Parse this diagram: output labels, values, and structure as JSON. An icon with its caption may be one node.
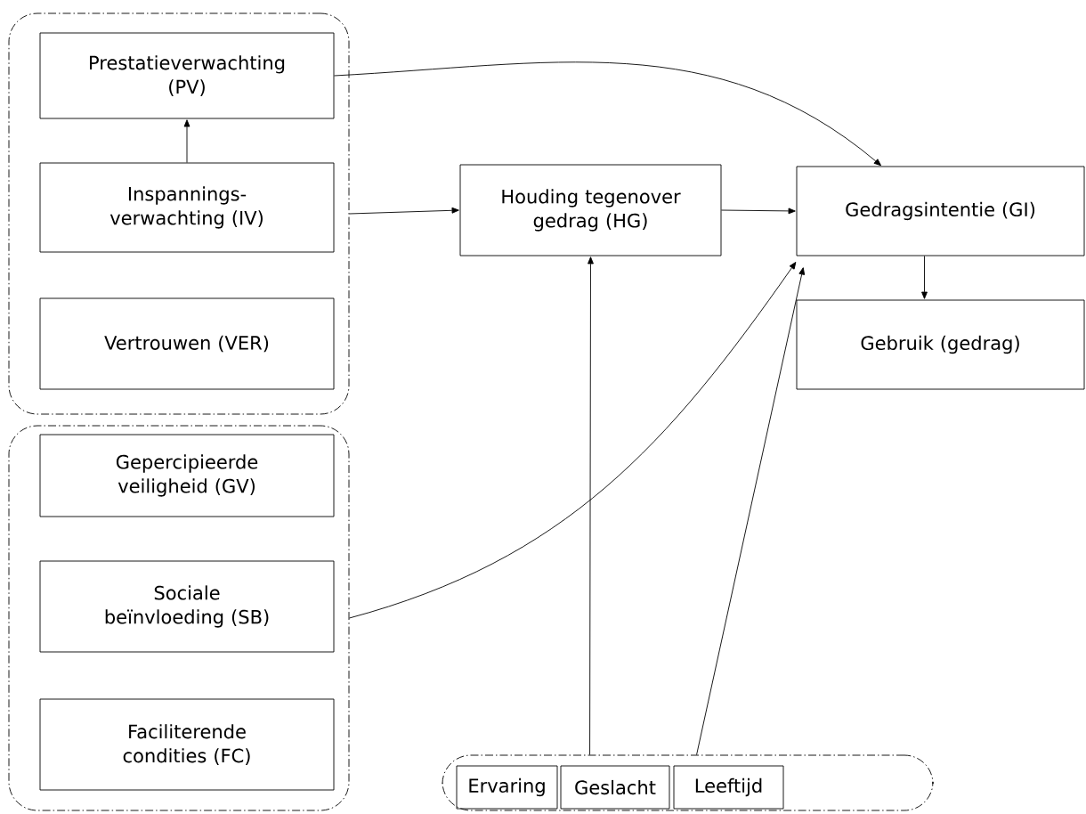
{
  "diagram": {
    "nodes": [
      {
        "text": [],
        "shape": "box"
      },
      {
        "text": [
          "Prestatieverwachting (PV)"
        ],
        "in": 0
      },
      {
        "text": [
          "Inspannings- verwachting (IV)"
        ],
        "in": 0
      },
      {
        "text": [
          "Vertrouwen (VER)"
        ],
        "in": 0
      },
      {
        "text": [],
        "shape": "box"
      },
      {
        "text": [
          "Gepercipieerde veiligheid (GV)"
        ],
        "in": 4
      },
      {
        "text": [
          "Sociale beïnvloeding (SB)"
        ],
        "in": 4
      },
      {
        "text": [
          "Faciliterende condities (FC)"
        ],
        "in": 4
      },
      {
        "text": [
          "Houding tegenover gedrag (HG)"
        ]
      },
      {
        "text": [
          "Gedragsintentie (GI)"
        ]
      },
      {
        "text": [
          "Gebruik (gedrag)"
        ]
      },
      {
        "text": [],
        "shape": "box"
      },
      {
        "text": [
          "Ervaring"
        ],
        "in": 11
      },
      {
        "text": [
          "Geslacht"
        ],
        "in": 11
      },
      {
        "text": [
          "Leeftijd"
        ],
        "in": 11
      }
    ],
    "edges": [
      {
        "from": 2,
        "to": 1,
        "arrow": "to"
      },
      {
        "from": 1,
        "to": 9,
        "arrow": "to"
      },
      {
        "from": 0,
        "to": 8,
        "arrow": "to"
      },
      {
        "from": 8,
        "to": 9,
        "arrow": "to"
      },
      {
        "from": 9,
        "to": 10,
        "arrow": "to"
      },
      {
        "from": 4,
        "to": 9,
        "arrow": "to"
      },
      {
        "from": 11,
        "to": 8,
        "arrow": "to"
      },
      {
        "from": 11,
        "to": 9,
        "arrow": "to"
      }
    ]
  }
}
